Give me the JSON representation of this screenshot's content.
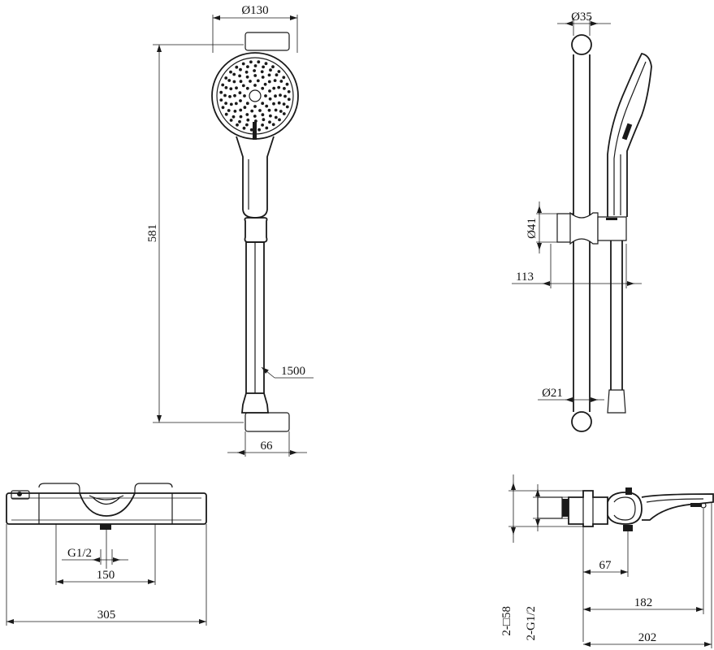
{
  "dimensions": {
    "head_diameter": "Ø130",
    "overall_height": "581",
    "hose_length": "1500",
    "bracket_width": "66",
    "rail_diameter": "Ø35",
    "slider_diameter": "Ø41",
    "projection": "113",
    "hose_end_diameter": "Ø21",
    "inlet_thread": "G1/2",
    "inlet_spacing": "150",
    "mixer_width": "305",
    "cover_size": "2-□58",
    "connection_thread": "2-G1/2",
    "wall_offset": "67",
    "spout_reach": "182",
    "total_depth": "202"
  },
  "colors": {
    "line": "#1a1a1a",
    "background": "#ffffff"
  }
}
